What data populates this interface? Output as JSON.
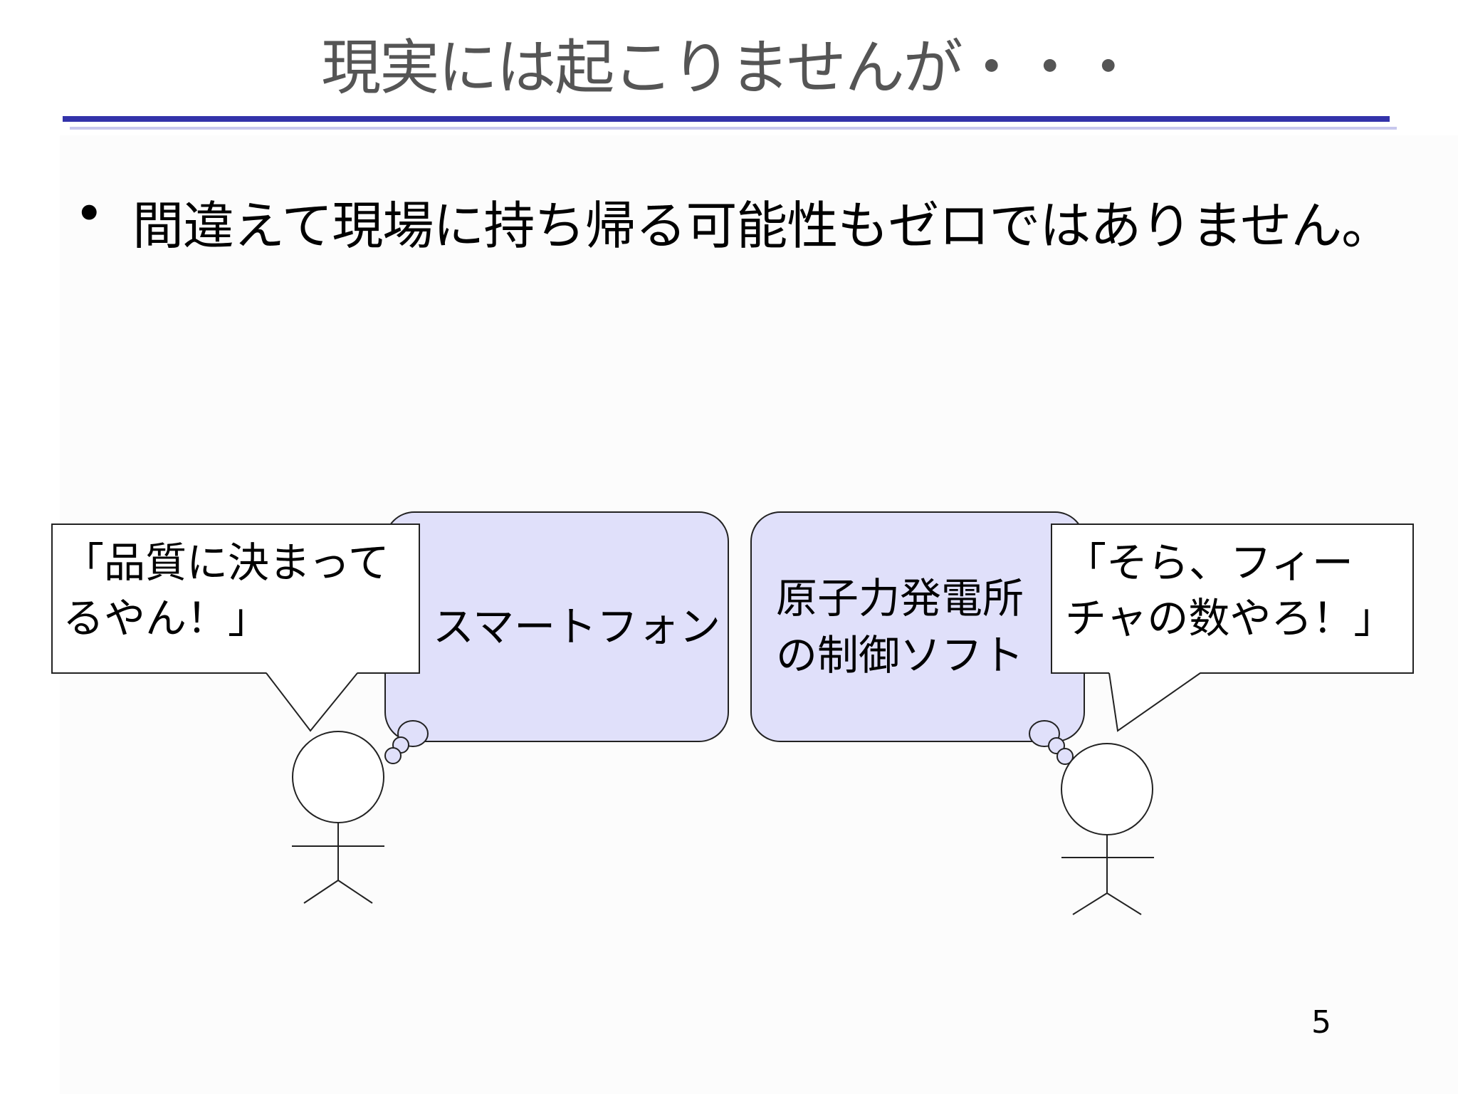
{
  "slide": {
    "title": "現実には起こりませんが・・・",
    "bullet_symbol": "•",
    "bullet_text": "間違えて現場に持ち帰る可能性もゼロではありません。",
    "page_number": "5"
  },
  "left_scene": {
    "thought_text": "スマートフォン",
    "speech_line1": "「品質に決まって",
    "speech_line2": "るやん！」"
  },
  "right_scene": {
    "thought_line1": "原子力発電所",
    "thought_line2": "の制御ソフト",
    "speech_line1": "「そら、フィー",
    "speech_line2": "チャの数やろ！」"
  },
  "colors": {
    "title_rule": "#3333aa",
    "sub_rule": "#c8c8ee",
    "thought_fill": "#e0e0fa",
    "title_text": "#555555"
  }
}
